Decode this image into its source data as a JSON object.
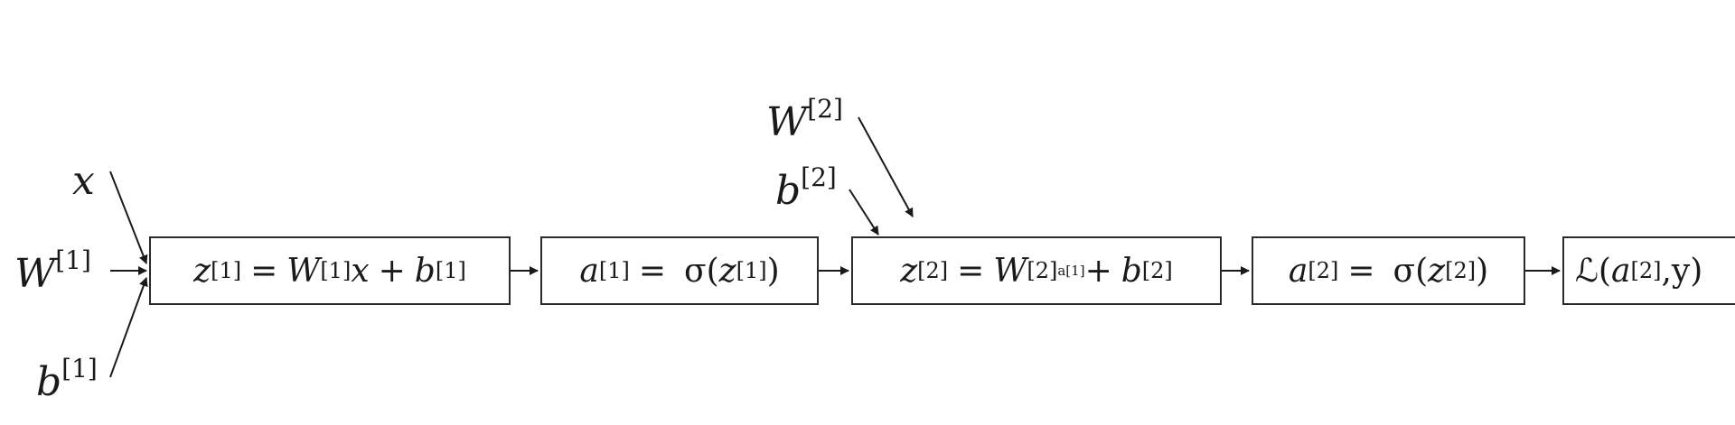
{
  "inputs": {
    "x": "x",
    "w1": {
      "base": "W",
      "sup": "[1]"
    },
    "b1": {
      "base": "b",
      "sup": "[1]"
    },
    "w2": {
      "base": "W",
      "sup": "[2]"
    },
    "b2": {
      "base": "b",
      "sup": "[2]"
    }
  },
  "nodes": {
    "z1": {
      "lhs": "z",
      "lhs_sup": "[1]",
      "eq": "=",
      "w": "W",
      "w_sup": "[1]",
      "x": "x",
      "plus": "+",
      "b": "b",
      "b_sup": "[1]"
    },
    "a1": {
      "lhs": "a",
      "lhs_sup": "[1]",
      "eq": "=",
      "fn": "σ(",
      "arg": "z",
      "arg_sup": "[1]",
      "close": ")"
    },
    "z2": {
      "lhs": "z",
      "lhs_sup": "[2]",
      "eq": "=",
      "w": "W",
      "w_sup": "[2]",
      "a_sub": "a[1]",
      "plus": "+",
      "b": "b",
      "b_sup": "[2]"
    },
    "a2": {
      "lhs": "a",
      "lhs_sup": "[2]",
      "eq": "=",
      "fn": "σ(",
      "arg": "z",
      "arg_sup": "[2]",
      "close": ")"
    },
    "loss": {
      "fn": "ℒ(",
      "arg": "a",
      "arg_sup": "[2]",
      "rest": ",y)"
    }
  },
  "colors": {
    "line": "#1a1a1a",
    "box_border": "#2a2a2a",
    "background": "#ffffff"
  }
}
